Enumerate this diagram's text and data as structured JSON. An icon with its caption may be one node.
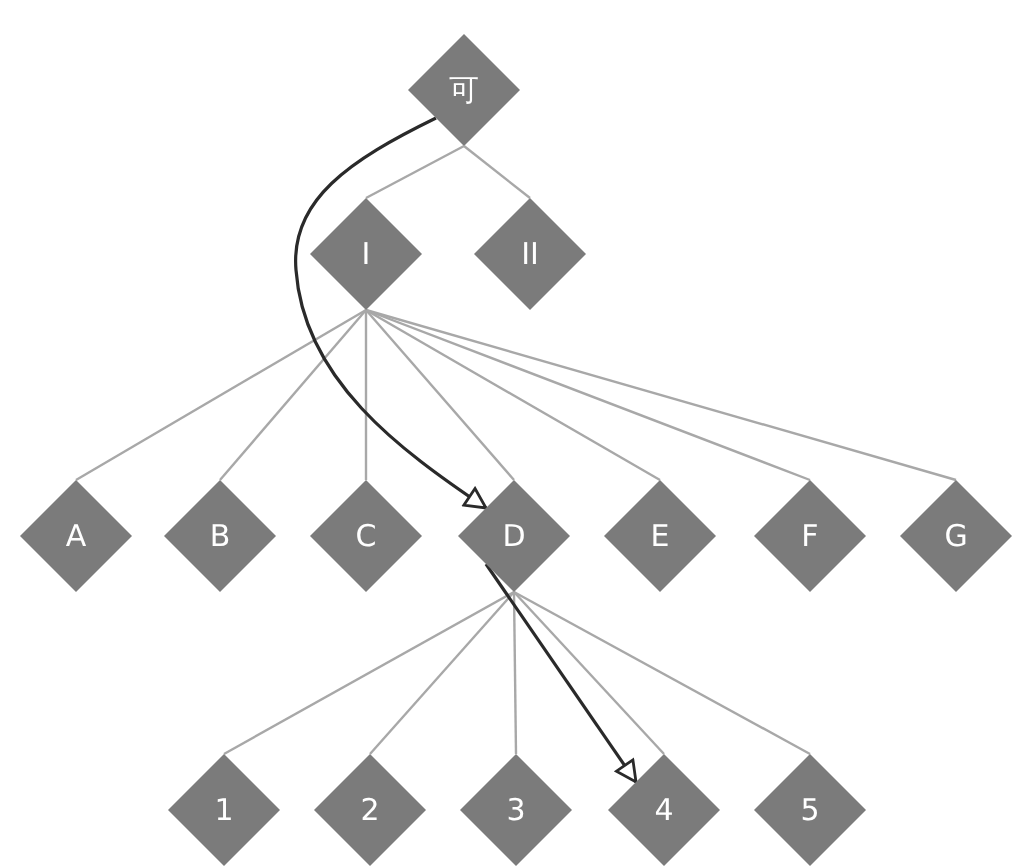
{
  "diagram": {
    "nodes": [
      {
        "text": [
          "可"
        ]
      },
      {
        "text": [
          "I"
        ]
      },
      {
        "text": [
          "II"
        ]
      },
      {
        "text": [
          "A"
        ]
      },
      {
        "text": [
          "B"
        ]
      },
      {
        "text": [
          "C"
        ]
      },
      {
        "text": [
          "D"
        ]
      },
      {
        "text": [
          "E"
        ]
      },
      {
        "text": [
          "F"
        ]
      },
      {
        "text": [
          "G"
        ]
      },
      {
        "text": [
          "1"
        ]
      },
      {
        "text": [
          "2"
        ]
      },
      {
        "text": [
          "3"
        ]
      },
      {
        "text": [
          "4"
        ]
      },
      {
        "text": [
          "5"
        ]
      }
    ],
    "edges": [
      {
        "from": 0,
        "to": 1,
        "arrow": "none"
      },
      {
        "from": 0,
        "to": 2,
        "arrow": "none"
      },
      {
        "from": 1,
        "to": 3,
        "arrow": "none"
      },
      {
        "from": 1,
        "to": 4,
        "arrow": "none"
      },
      {
        "from": 1,
        "to": 5,
        "arrow": "none"
      },
      {
        "from": 1,
        "to": 6,
        "arrow": "none"
      },
      {
        "from": 1,
        "to": 7,
        "arrow": "none"
      },
      {
        "from": 1,
        "to": 8,
        "arrow": "none"
      },
      {
        "from": 1,
        "to": 9,
        "arrow": "none"
      },
      {
        "from": 6,
        "to": 10,
        "arrow": "none"
      },
      {
        "from": 6,
        "to": 11,
        "arrow": "none"
      },
      {
        "from": 6,
        "to": 12,
        "arrow": "none"
      },
      {
        "from": 6,
        "to": 13,
        "arrow": "none"
      },
      {
        "from": 6,
        "to": 14,
        "arrow": "none"
      },
      {
        "from": 0,
        "to": 6,
        "arrow": "to",
        "color": "#2a2a2a"
      },
      {
        "from": 6,
        "to": 13,
        "arrow": "to",
        "color": "#2a2a2a"
      }
    ]
  }
}
